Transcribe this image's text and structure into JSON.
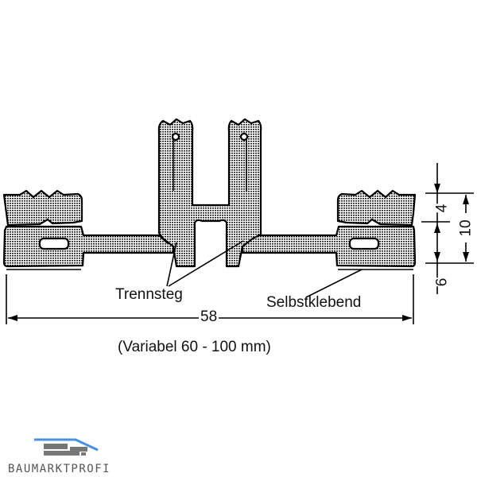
{
  "labels": {
    "trennsteg": "Trennsteg",
    "selbstklebend": "Selbstklebend",
    "width": "58",
    "variabel": "(Variabel 60 - 100 mm)"
  },
  "dimensions": {
    "top": "4",
    "total": "10",
    "bottom": "6"
  },
  "logo": {
    "text": "BAUMARKTPROFI",
    "roof_color": "#4a90e2",
    "brick_color": "#777777"
  }
}
